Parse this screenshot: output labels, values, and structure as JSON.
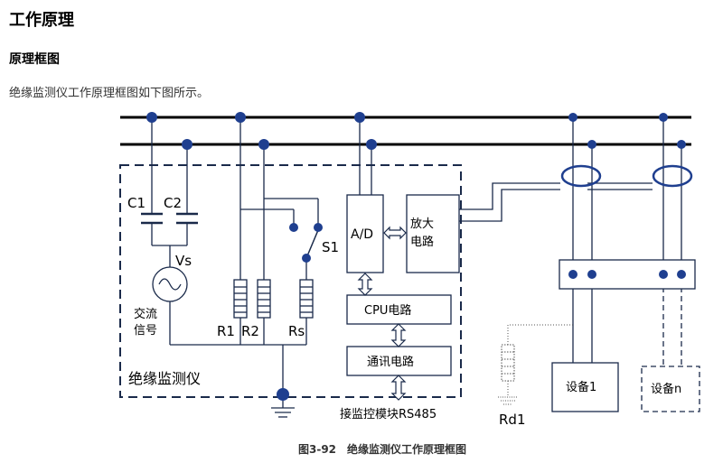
{
  "heading": "工作原理",
  "subheading": "原理框图",
  "intro": "绝缘监测仪工作原理框图如下图所示。",
  "diagram": {
    "labels": {
      "c1": "C1",
      "c2": "C2",
      "vs": "Vs",
      "ac_signal_line1": "交流",
      "ac_signal_line2": "信号",
      "r1": "R1",
      "r2": "R2",
      "rs": "Rs",
      "s1": "S1",
      "ad": "A/D",
      "amp_line1": "放大",
      "amp_line2": "电路",
      "cpu": "CPU电路",
      "comm": "通讯电路",
      "device_name": "绝缘监测仪",
      "rs485": "接监控模块RS485",
      "rd1": "Rd1",
      "equip1": "设备1",
      "equipn": "设备n"
    },
    "caption": "图3-92　绝缘监测仪工作原理框图",
    "colors": {
      "line": "#1a2a4a",
      "dot": "#1f3f8f",
      "ring": "#1f3f8f",
      "ground": "#1f3f8f"
    }
  }
}
